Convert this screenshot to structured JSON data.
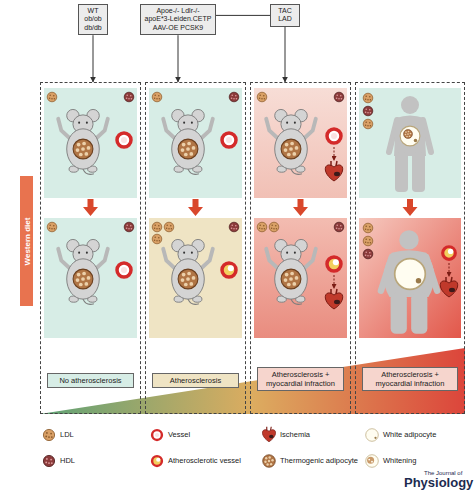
{
  "diagram": {
    "nodes": [
      {
        "text": [
          "WT ob/ob db/db"
        ]
      },
      {
        "text": [
          "Apoe-/- Ldlr-/- apoE*3-Leiden.CETP AAV-OE PCSK9"
        ]
      },
      {
        "text": [
          "TAC LAD"
        ]
      },
      {
        "text": [
          "No atherosclerosis"
        ]
      },
      {
        "text": [
          "Atherosclerosis"
        ]
      },
      {
        "text": [
          "Atherosclerosis + myocardial infraction"
        ]
      },
      {
        "text": [
          "Atherosclerosis + myocardial infraction"
        ]
      }
    ],
    "edges": [
      {
        "from": 0,
        "to": 3,
        "arrow": "to"
      },
      {
        "from": 1,
        "to": 4,
        "arrow": "to"
      },
      {
        "from": 1,
        "to": 2,
        "arrow": "none"
      },
      {
        "from": 2,
        "to": 5,
        "arrow": "to"
      }
    ],
    "labels": [
      "Western diet",
      "The Journal of",
      "Physiology"
    ],
    "legend": [
      {
        "text": "LDL"
      },
      {
        "text": "Vessel"
      },
      {
        "text": "Ischemia"
      },
      {
        "text": "White adipocyte"
      },
      {
        "text": "HDL"
      },
      {
        "text": "Atherosclerotic vessel"
      },
      {
        "text": "Thermogenic adipocyte"
      },
      {
        "text": "Whitening"
      }
    ]
  }
}
